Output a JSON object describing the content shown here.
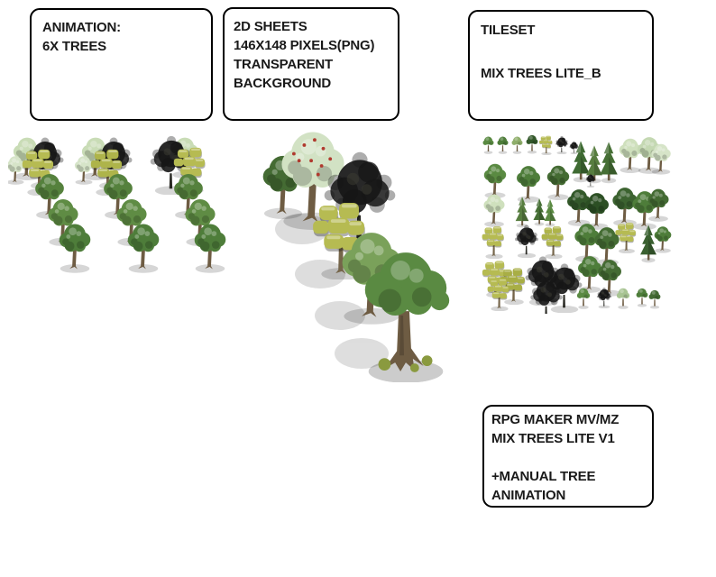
{
  "boxes": {
    "animation": {
      "lines": [
        "ANIMATION:",
        "6X TREES"
      ]
    },
    "sheets": {
      "lines": [
        "2D SHEETS",
        "146X148 PIXELS(PNG)",
        "TRANSPARENT",
        "BACKGROUND"
      ]
    },
    "tileset": {
      "lines": [
        "TILESET",
        "",
        "MIX TREES LITE_B"
      ]
    },
    "footer": {
      "lines": [
        "RPG MAKER MV/MZ",
        "MIX TREES LITE V1",
        "",
        "+MANUAL TREE",
        "ANIMATION"
      ]
    }
  },
  "artwork": {
    "animation_frames": {
      "frames_shown": 3,
      "trees_per_frame": 6
    },
    "sheet_preview": {
      "trees": 6
    },
    "tileset_sheet": {
      "style": "mixed small tree sprites grid"
    }
  },
  "palette": {
    "background": "#ffffff",
    "box_border": "#000000",
    "text": "#1a1a1a",
    "foliage_pale": "#cfe0bd",
    "foliage_mid": "#5f8c44",
    "foliage_dark": "#446b33",
    "foliage_deep": "#2c4f24",
    "moss_yellow": "#b6bb52",
    "scribble_black": "#161616",
    "trunk_brown": "#6e5c43",
    "shadow": "rgba(0,0,0,0.16)"
  }
}
